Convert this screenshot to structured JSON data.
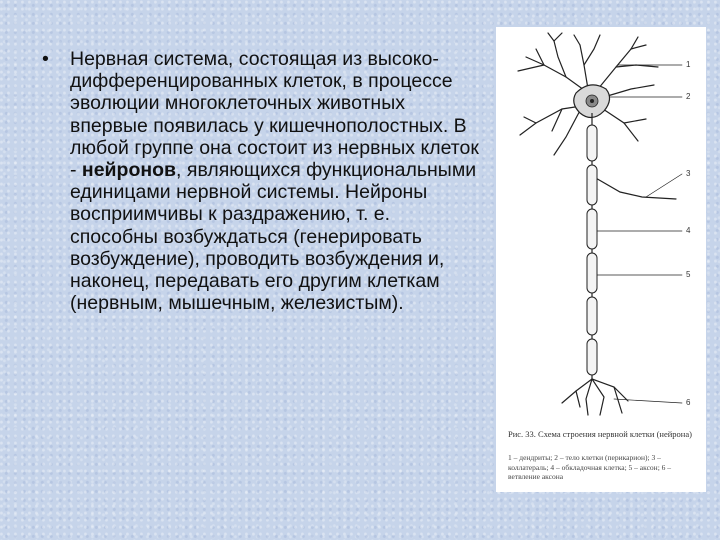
{
  "slide": {
    "bullet": "•",
    "text_before": "Нервная система, состоящая из высоко-дифференцированных клеток, в процессе эволюции многоклеточных животных впервые появилась у кишечнополостных. В любой группе она состоит из нервных клеток - ",
    "text_bold": "нейронов",
    "text_after": ", являющихся функциональными единицами нервной системы. Нейроны восприимчивы к раздражению, т. е. способны возбуждаться (генерировать возбуждение), проводить возбуждения и, наконец, передавать его другим клеткам (нервным, мышечным, железистым)."
  },
  "figure": {
    "labels": [
      "1",
      "2",
      "3",
      "4",
      "5",
      "6"
    ],
    "caption_title": "Рис. 33. Схема строения нервной клетки (нейрона)",
    "caption_legend": "1 – дендриты; 2 – тело клетки (перикарион); 3 – коллатераль; 4 – обкладочная клетка; 5 – аксон; 6 – ветвление аксона"
  }
}
